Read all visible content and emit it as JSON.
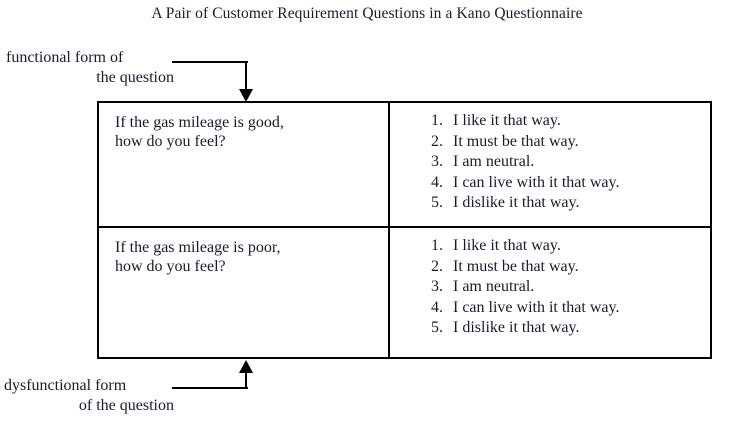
{
  "figure": {
    "title": "A Pair of Customer Requirement Questions in a Kano Questionnaire"
  },
  "callouts": {
    "functional": {
      "line_1": "functional form of",
      "line_2": "the question"
    },
    "dysfunctional": {
      "line_1": "dysfunctional form",
      "line_2": "of the question"
    }
  },
  "table": {
    "rows": [
      {
        "question": {
          "line_1": "If the gas mileage is good,",
          "line_2": "how do you feel?"
        },
        "answers": [
          {
            "num": "1.",
            "text": "I like it that way."
          },
          {
            "num": "2.",
            "text": "It must be that way."
          },
          {
            "num": "3.",
            "text": "I am neutral."
          },
          {
            "num": "4.",
            "text": "I can live with it that way."
          },
          {
            "num": "5.",
            "text": "I dislike it that way."
          }
        ]
      },
      {
        "question": {
          "line_1": "If the gas mileage is poor,",
          "line_2": "how do you feel?"
        },
        "answers": [
          {
            "num": "1.",
            "text": "I like it that way."
          },
          {
            "num": "2.",
            "text": "It must be that way."
          },
          {
            "num": "3.",
            "text": "I am neutral."
          },
          {
            "num": "4.",
            "text": "I can live with it that way."
          },
          {
            "num": "5.",
            "text": "I dislike it that way."
          }
        ]
      }
    ]
  },
  "colors": {
    "background": "#ffffff",
    "text": "#1a1a2e",
    "rule": "#000000"
  }
}
